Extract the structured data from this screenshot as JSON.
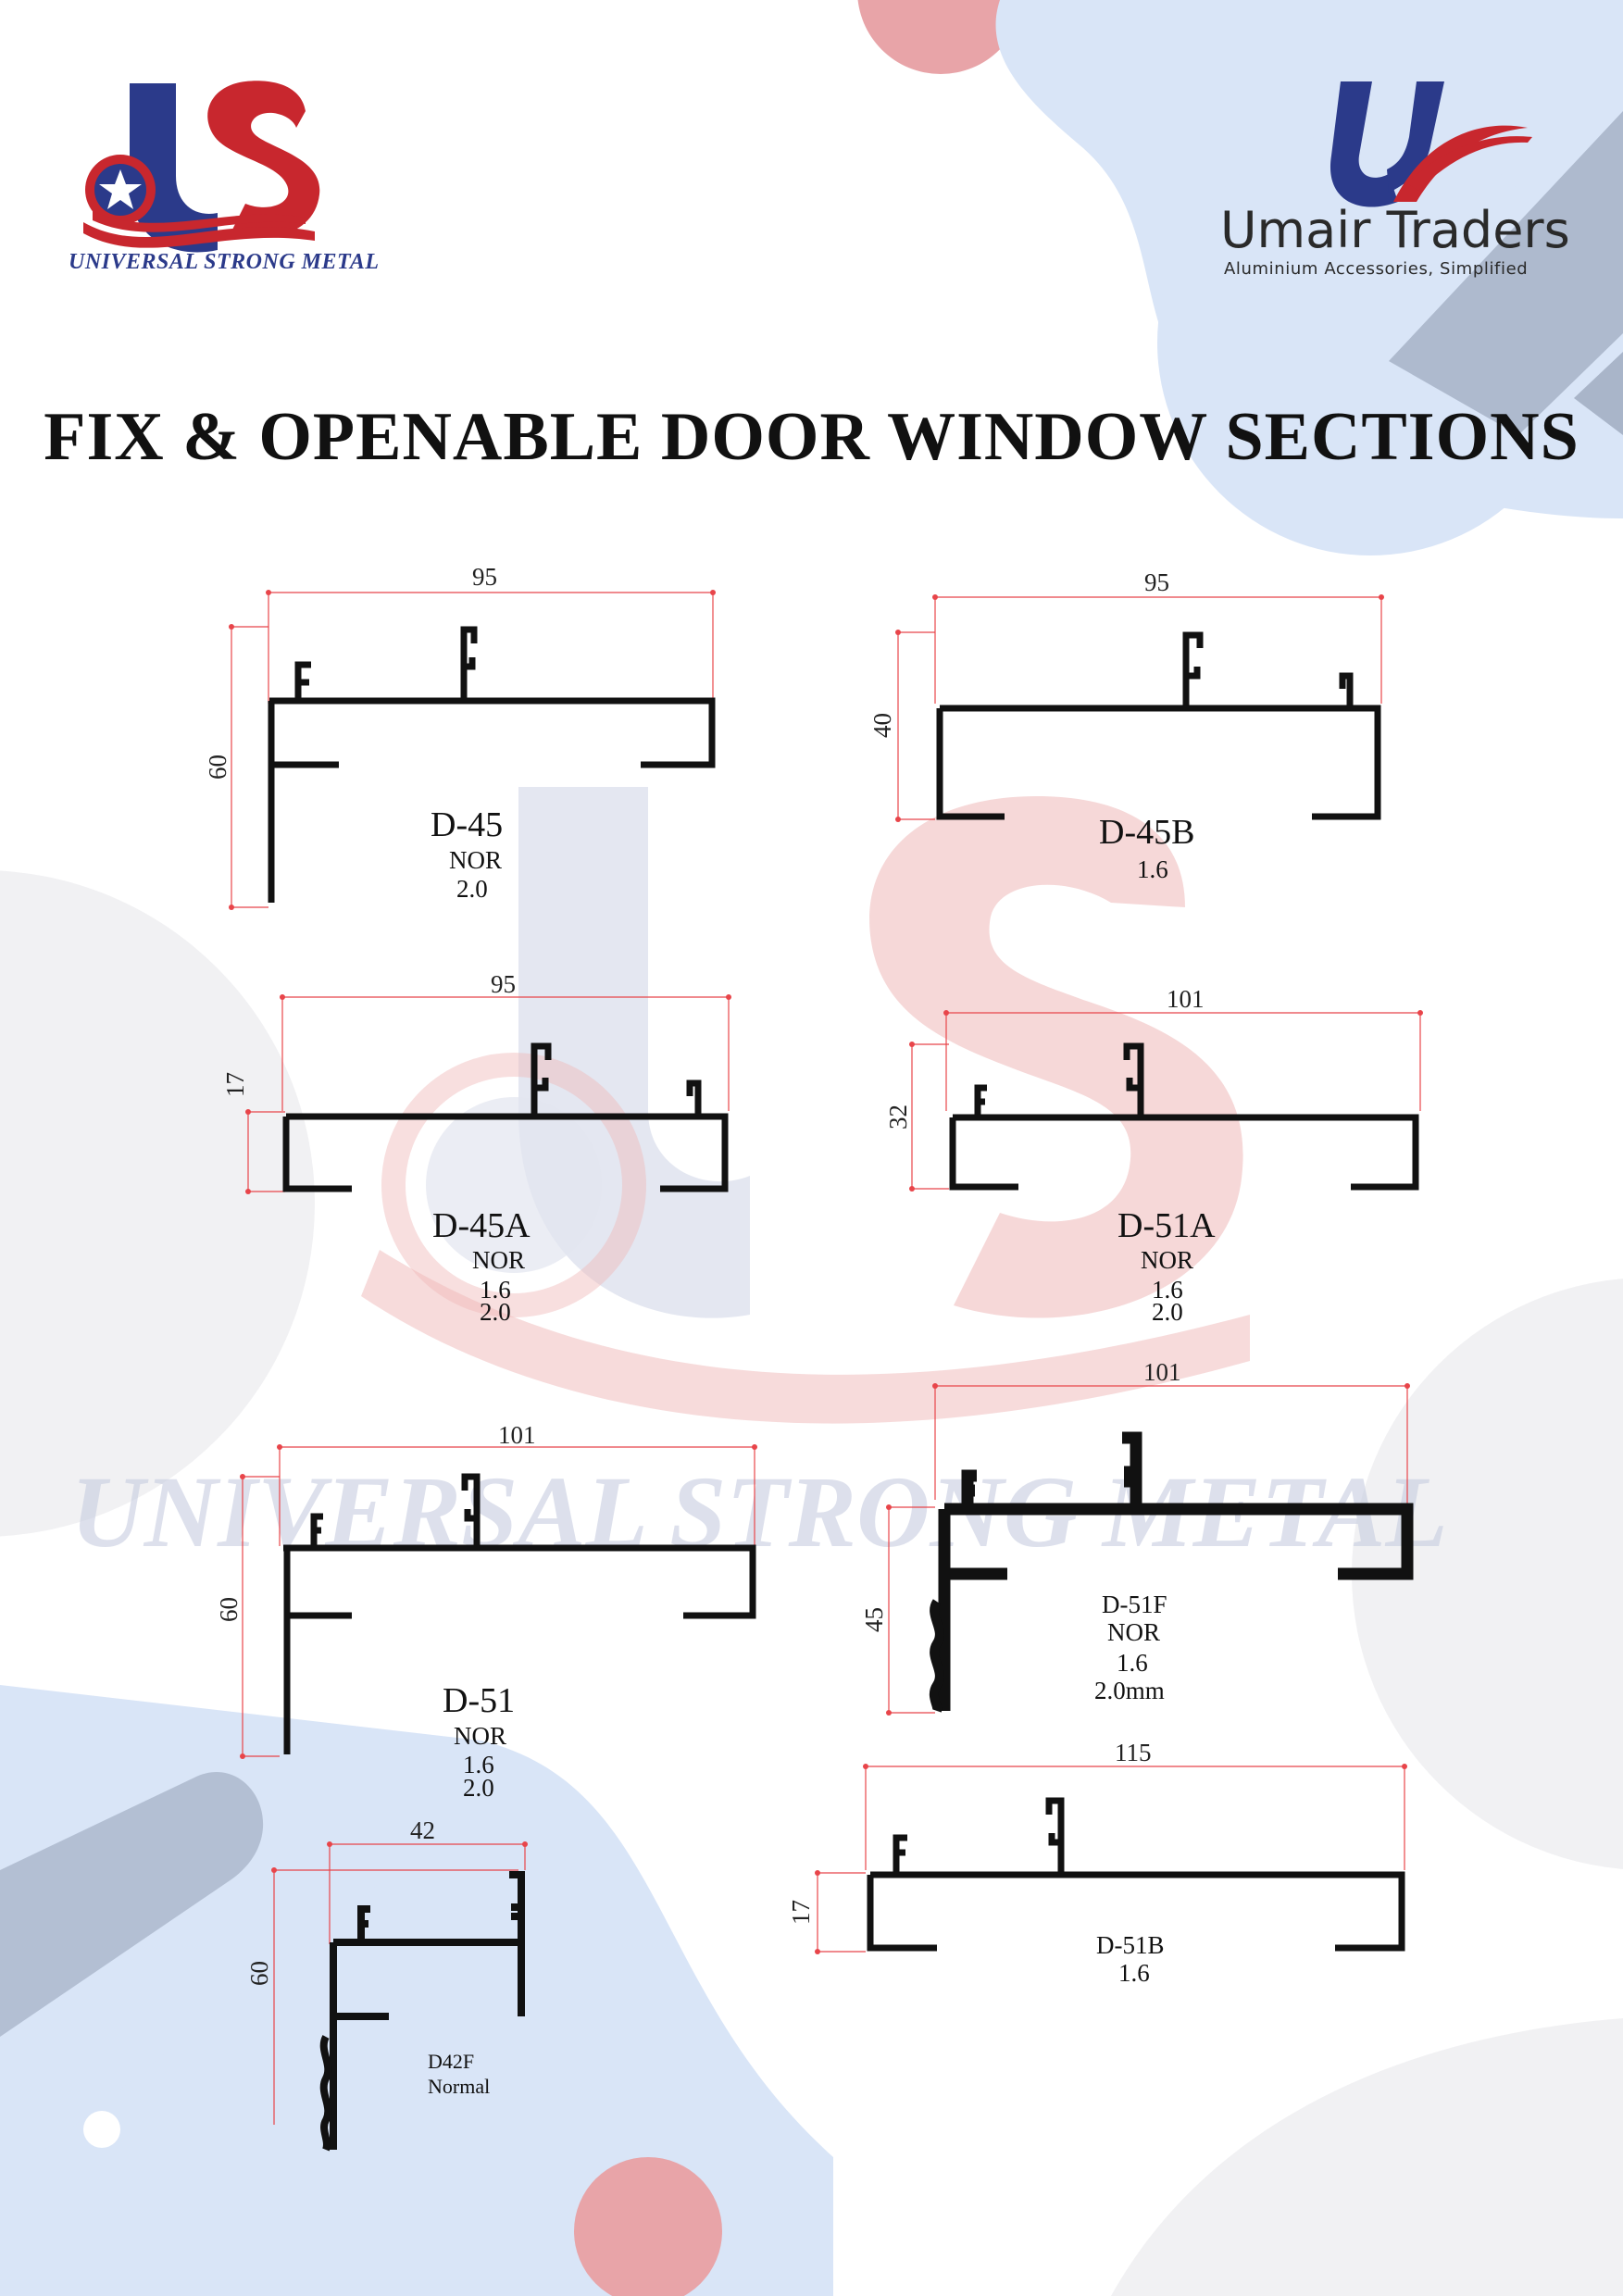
{
  "brand_left": {
    "name": "UNIVERSAL STRONG METAL",
    "mark": "US"
  },
  "brand_right": {
    "name": "Umair Traders",
    "tagline": "Aluminium Accessories, Simplified"
  },
  "title": "FIX & OPENABLE DOOR WINDOW SECTIONS",
  "watermark": "UNIVERSAL STRONG METAL",
  "colors": {
    "brand_blue": "#2b3a8a",
    "brand_red": "#c8272e",
    "dimension_line": "#e8454a",
    "bg_blue": "#d9e5f7",
    "bg_pink": "#e8a4a8"
  },
  "sections": [
    {
      "code": "D-45",
      "specs": [
        "NOR",
        "2.0"
      ],
      "width": "95",
      "height": "60"
    },
    {
      "code": "D-45B",
      "specs": [
        "1.6"
      ],
      "width": "95",
      "height": "40"
    },
    {
      "code": "D-45A",
      "specs": [
        "NOR",
        "1.6",
        "2.0"
      ],
      "width": "95",
      "height": "17"
    },
    {
      "code": "D-51A",
      "specs": [
        "NOR",
        "1.6",
        "2.0"
      ],
      "width": "101",
      "height": "32"
    },
    {
      "code": "D-51",
      "specs": [
        "NOR",
        "1.6",
        "2.0"
      ],
      "width": "101",
      "height": "60"
    },
    {
      "code": "D-51F",
      "specs": [
        "NOR",
        "1.6",
        "2.0mm"
      ],
      "width": "101",
      "height": "45"
    },
    {
      "code": "D-51B",
      "specs": [
        "1.6"
      ],
      "width": "115",
      "height": "17"
    },
    {
      "code": "D42F",
      "specs": [
        "Normal"
      ],
      "width": "42",
      "height": "60"
    }
  ]
}
